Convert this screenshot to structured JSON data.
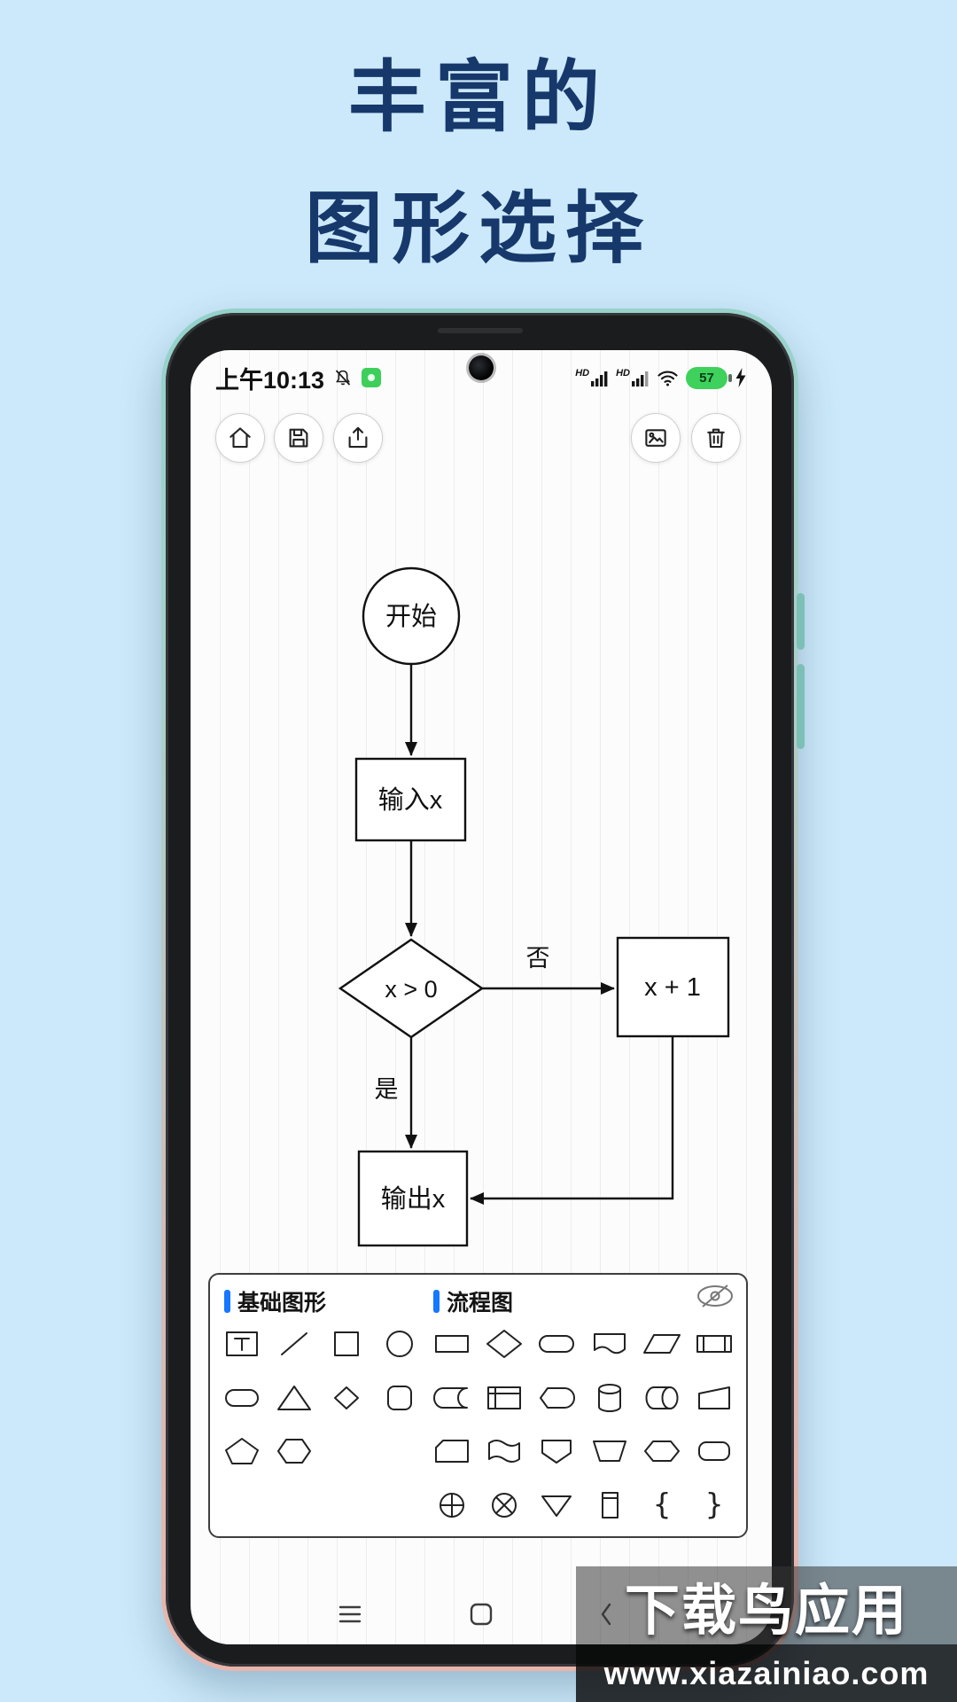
{
  "header": {
    "line1": "丰富的",
    "line2": "图形选择",
    "text_color": "#17386b",
    "background": "#cbe9fa"
  },
  "phone": {
    "statusbar": {
      "time": "上午10:13",
      "hd": "HD",
      "battery_percent": "57",
      "left_icons": [
        "mute-bell",
        "green-app-badge"
      ],
      "right_icons": [
        "sim1-signal",
        "sim2-signal",
        "wifi",
        "battery",
        "charging-bolt"
      ]
    },
    "toolbar": {
      "buttons": [
        "home",
        "save",
        "export",
        "image",
        "delete"
      ]
    },
    "flowchart": {
      "nodes": [
        {
          "shape": "circle",
          "label": "开始"
        },
        {
          "shape": "rectangle",
          "label": "输入x"
        },
        {
          "shape": "diamond",
          "label": "x > 0"
        },
        {
          "shape": "rectangle",
          "label": "x + 1"
        },
        {
          "shape": "rectangle",
          "label": "输出x"
        }
      ],
      "edges": [
        {
          "from": "开始",
          "to": "输入x",
          "label": ""
        },
        {
          "from": "输入x",
          "to": "x > 0",
          "label": ""
        },
        {
          "from": "x > 0",
          "to": "x + 1",
          "label": "否"
        },
        {
          "from": "x > 0",
          "to": "输出x",
          "label": "是"
        },
        {
          "from": "x + 1",
          "to": "输出x",
          "label": ""
        }
      ]
    },
    "palette": {
      "tabs": [
        {
          "label": "基础图形"
        },
        {
          "label": "流程图"
        }
      ],
      "hide_button": "eye-off",
      "brace_left": "{",
      "brace_right": "}",
      "basic_shapes": [
        "text",
        "line",
        "square",
        "circle",
        "rounded-rectangle",
        "triangle",
        "diamond",
        "rounded-square",
        "pentagon",
        "hexagon"
      ],
      "flowchart_shapes": [
        "process",
        "decision",
        "terminator",
        "document",
        "data",
        "predefined-process",
        "stored-data",
        "internal-storage",
        "display",
        "database",
        "direct-access-storage",
        "manual-input",
        "card",
        "flag",
        "off-page-connector",
        "manual-operation",
        "preparation",
        "alternate-process",
        "or-junction",
        "summing-junction",
        "merge",
        "note",
        "left-brace",
        "right-brace"
      ]
    },
    "navbar": {
      "buttons": [
        "menu",
        "home",
        "back"
      ]
    }
  },
  "watermark": {
    "title": "下载鸟应用",
    "url": "www.xiazainiao.com"
  },
  "colors": {
    "accent_blue": "#1677ff",
    "battery_green": "#3ed15c",
    "title_navy": "#17386b",
    "page_bg": "#cbe9fa"
  }
}
